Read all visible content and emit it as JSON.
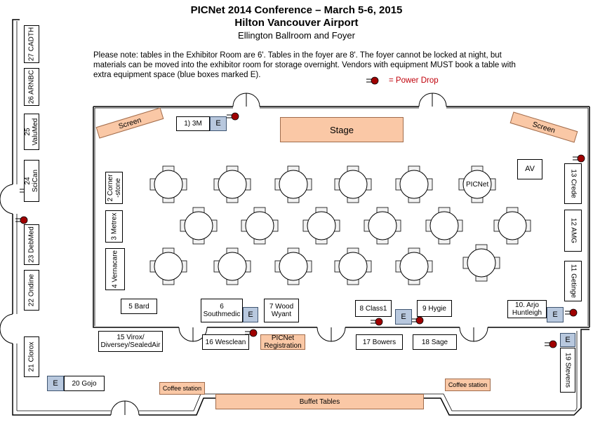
{
  "header": {
    "title": "PICNet 2014 Conference – March 5-6, 2015",
    "venue": "Hilton Vancouver Airport",
    "room": "Ellington Ballroom and Foyer"
  },
  "note": "Please note: tables in the Exhibitor Room are 6'. Tables in the foyer are 8'. The foyer cannot be locked at night, but materials can be moved into the exhibitor room for storage overnight. Vendors with equipment MUST book a table with extra equipment space (blue boxes marked E).",
  "legend": {
    "power_drop_label": "= Power Drop",
    "power_drop_color": "#a00000"
  },
  "stage": {
    "label": "Stage"
  },
  "screens": {
    "left": "Screen",
    "right": "Screen"
  },
  "av": {
    "label": "AV"
  },
  "equipment_marker": "E",
  "round_tables": {
    "picnet_label": "PICNet"
  },
  "booths": {
    "b1": "1) 3M",
    "b2": "2 Corner -stone",
    "b3": "3 Metrex",
    "b4": "4 Vernacare",
    "b5": "5 Bard",
    "b6": "6 Southmedic",
    "b7": "7 Wood Wyant",
    "b8": "8 Class1",
    "b9": "9 Hygie",
    "b10": "10. Arjo Huntleigh",
    "b11": "11 Getinge",
    "b12": "12 AMG",
    "b13": "13 Crede",
    "b15": "15 Virox/ Diversey/SealedAir",
    "b16": "16 Wesclean",
    "b17": "17 Bowers",
    "b18": "18 Sage",
    "b19": "19 Stevens",
    "b20": "20 Gojo",
    "b21": "21 Clorox",
    "b22": "22 Ondine",
    "b23": "23 DebMed",
    "b24": "24 SciCan",
    "b25": "25 ValuMed",
    "b26": "26 ARNBC",
    "b27": "27 CADTH"
  },
  "registration": "PICNet Registration",
  "coffee": {
    "left": "Coffee station",
    "right": "Coffee station"
  },
  "buffet": "Buffet Tables",
  "colors": {
    "peach": "#fac8a6",
    "equipment_blue": "#b8c8de",
    "table_gray": "#f2f2f2"
  }
}
